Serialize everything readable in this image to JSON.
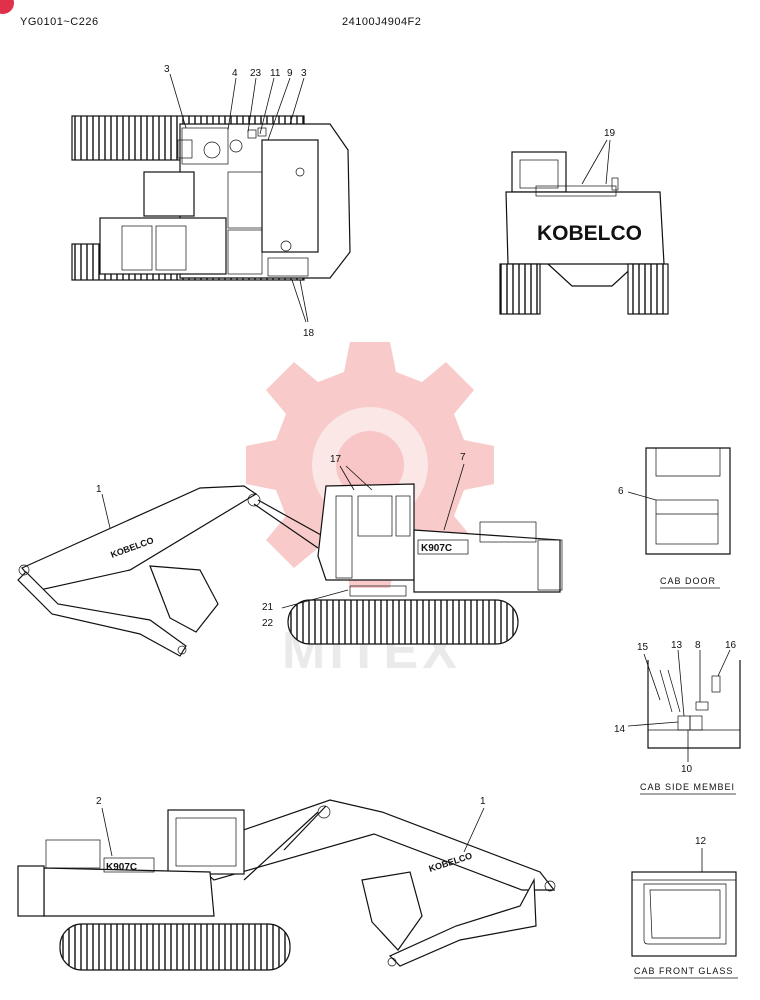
{
  "header": {
    "serial_range": "YG0101~C226",
    "part_number": "24100J4904F2"
  },
  "brand": {
    "rear_view_logo": "KOBELCO",
    "boom_logo": "KOBELCO",
    "model_decal": "K907C"
  },
  "watermark": {
    "text": "MITEX",
    "color": "#f08a8a"
  },
  "callouts": {
    "top_view": [
      "3",
      "4",
      "23",
      "11",
      "9",
      "3",
      "18"
    ],
    "rear_view": [
      "19"
    ],
    "side_view_left": [
      "1",
      "17",
      "7",
      "21",
      "22"
    ],
    "side_view_right": [
      "2",
      "1"
    ],
    "cab_door": [
      "6"
    ],
    "cab_side_member": [
      "15",
      "13",
      "8",
      "16",
      "14",
      "10"
    ],
    "cab_front_glass": [
      "12"
    ]
  },
  "captions": {
    "cab_door": "CAB  DOOR",
    "cab_side_member": "CAB  SIDE  MEMBEI",
    "cab_front_glass": "CAB  FRONT  GLASS"
  }
}
